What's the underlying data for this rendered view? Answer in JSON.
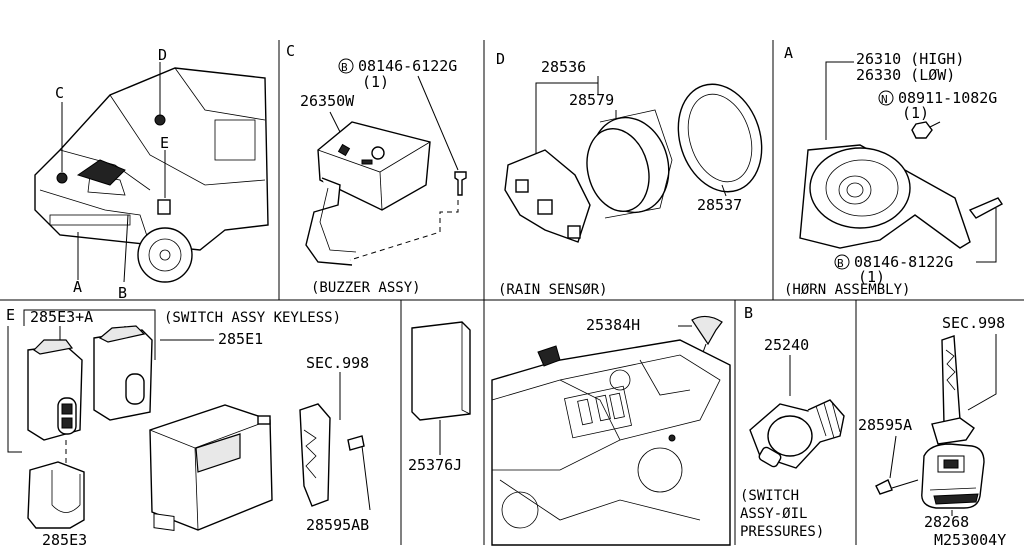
{
  "panels": {
    "vehicle": {
      "callouts": {
        "c": "C",
        "d": "D",
        "e": "E",
        "a": "A",
        "b": "B"
      }
    },
    "buzzer": {
      "letter": "C",
      "bolt_symbol": "B",
      "bolt_part": "08146-6122G",
      "bolt_qty": "(1)",
      "part": "26350W",
      "caption": "(BUZZER ASSY)"
    },
    "rain_sensor": {
      "letter": "D",
      "part_a": "28536",
      "part_b": "28579",
      "part_c": "28537",
      "caption": "(RAIN SENSØR)"
    },
    "horn": {
      "letter": "A",
      "part_high": "26310 (HIGH)",
      "part_low": "26330 (LØW)",
      "nut_symbol": "N",
      "nut_part": "08911-1082G",
      "nut_qty": "(1)",
      "bolt_symbol": "B",
      "bolt_part": "08146-8122G",
      "bolt_qty": "(1)",
      "caption": "(HØRN ASSEMBLY)"
    },
    "keyless": {
      "letter": "E",
      "fob_part": "285E3+A",
      "caption": "(SWITCH ASSY KEYLESS)",
      "unit_part": "285E1",
      "sec": "SEC.998",
      "case_part": "285E3",
      "key_part": "28595AB"
    },
    "card": {
      "part": "25376J"
    },
    "underhood": {
      "part": "25384H"
    },
    "oil_switch": {
      "letter": "B",
      "part": "25240",
      "caption_1": "(SWITCH",
      "caption_2": "ASSY-ØIL",
      "caption_3": "PRESSURES)"
    },
    "key": {
      "sec": "SEC.998",
      "screw_part": "28595A",
      "key_part": "28268",
      "diagram_code": "M253004Y"
    }
  }
}
